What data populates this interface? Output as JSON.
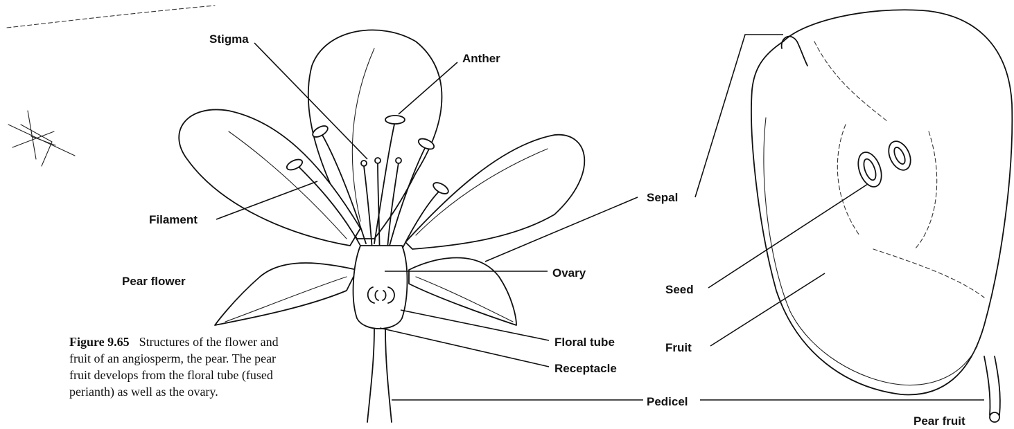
{
  "figure": {
    "caption_number": "Figure 9.65",
    "caption_lines": [
      "Structures of the flower and",
      "fruit of an angiosperm, the pear. The pear",
      "fruit develops from the floral tube (fused",
      "perianth) as well as the ovary."
    ]
  },
  "flower": {
    "title": "Pear flower",
    "labels": {
      "stigma": "Stigma",
      "anther": "Anther",
      "filament": "Filament",
      "ovary": "Ovary",
      "floral_tube": "Floral tube",
      "receptacle": "Receptacle"
    }
  },
  "shared_labels": {
    "sepal": "Sepal",
    "pedicel": "Pedicel"
  },
  "fruit": {
    "title": "Pear fruit",
    "labels": {
      "seed": "Seed",
      "fruit": "Fruit"
    }
  }
}
